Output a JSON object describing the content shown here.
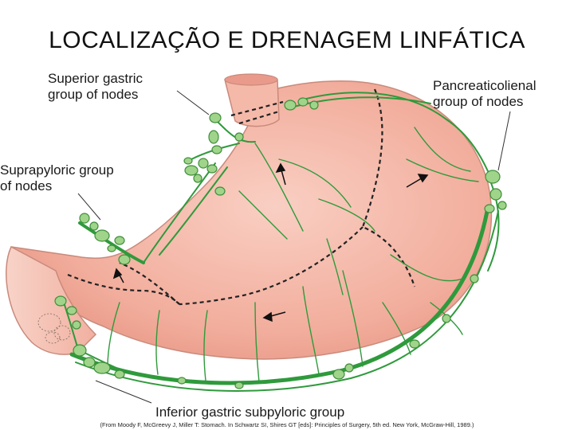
{
  "slide": {
    "title": "LOCALIZAÇÃO E DRENAGEM LINFÁTICA"
  },
  "labels": {
    "superior_gastric": [
      "Superior gastric",
      "group of nodes"
    ],
    "pancreaticolienal": [
      "Pancreaticolienal",
      "group of nodes"
    ],
    "suprapyloric": [
      "Suprapyloric group",
      "of nodes"
    ],
    "inferior_gastric": "Inferior gastric subpyloric group"
  },
  "citation": "(From Moody F, McGreevy J, Miller T: Stomach. In Schwartz SI, Shires GT [eds]: Principles of Surgery, 5th ed. New York, McGraw-Hill, 1989.)",
  "colors": {
    "stomach_fill": "#f4b3a5",
    "stomach_outline": "#c98a7c",
    "lymph_green": "#2f9a3c",
    "node_fill": "#9fd48a",
    "node_stroke": "#3f8f3a"
  }
}
